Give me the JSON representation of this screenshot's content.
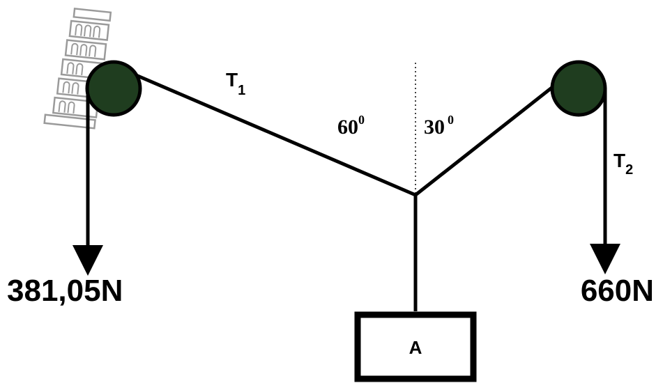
{
  "labels": {
    "t1": "T",
    "t1_sub": "1",
    "t2": "T",
    "t2_sub": "2",
    "angle_left": "60",
    "angle_left_sup": "0",
    "angle_right": "30",
    "angle_right_sup": "0",
    "force_left": "381,05N",
    "force_right": "660N",
    "mass": "A"
  },
  "colors": {
    "pulley": "#1f3d1f",
    "line": "#000000",
    "tower": "#9a9a9a"
  },
  "icons": {
    "tower": "leaning-tower-of-pisa-icon"
  }
}
